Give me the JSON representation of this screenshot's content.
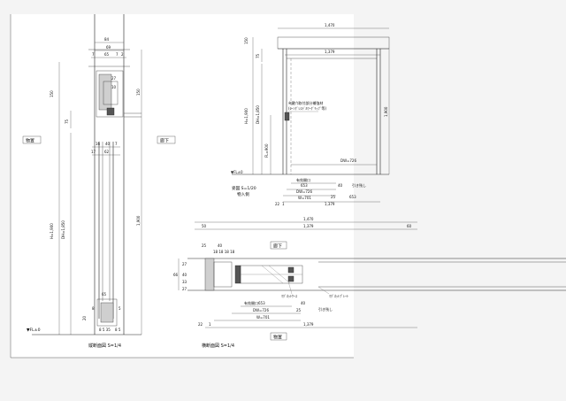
{
  "views": {
    "vertical_section": {
      "title": "縦断面図 S=1/4",
      "side_left": "物置",
      "side_right": "廊下",
      "dims_top": [
        "84",
        "69",
        "7",
        "65",
        "7",
        "2"
      ],
      "dims_left": [
        "150",
        "75",
        "H=1,900",
        "DH=1,850"
      ],
      "dims_mid": [
        "17",
        "16",
        "40",
        "7",
        "62",
        "27",
        "10",
        "65",
        "8",
        "5",
        "20"
      ],
      "dims_right": [
        "150",
        "1,900"
      ],
      "floor": "▼FL±0",
      "bottom_dims": [
        "8",
        "5",
        "35",
        "8",
        "5"
      ]
    },
    "elevation": {
      "title": "姿図 S=1/20",
      "sub": "物入側",
      "width_total": "1,470",
      "width_inner": "1,379",
      "dims_left": [
        "150",
        "75",
        "H=1,900",
        "DH=1,850",
        "FL=900"
      ],
      "dim_right": "1,900",
      "note_line1": "※鍵穴取付部分補強材",
      "note_line2": "(ｼｰﾝｸﾞﾚｽﾄﾞﾙﾜｰｸﾞﾘｯﾌﾟ等)",
      "dw": "DW=726",
      "opening": "有効開口",
      "opening_val": "653",
      "pull": "引き残し",
      "pull_val": "40",
      "dims_bottom": [
        "DW=726",
        "W=701",
        "25",
        "653",
        "22",
        "1",
        "1,379"
      ],
      "floor": "▼FL±0"
    },
    "horizontal_section": {
      "title": "横断面図 S=1/4",
      "side_top": "廊下",
      "side_bottom": "物置",
      "width_total": "1,470",
      "width_inner": "1,379",
      "dims_top": [
        "50",
        "60",
        "25",
        "40",
        "18",
        "18",
        "18",
        "18"
      ],
      "dims_left": [
        "27",
        "40",
        "66",
        "33",
        "27"
      ],
      "opening": "有効開口653",
      "pull": "引き残し",
      "pull_val": "40",
      "label_a": "ﾏｸﾞﾈｯﾄｹｰｽ",
      "label_b": "ﾏｸﾞﾈｯﾄﾌﾟﾚｰﾄ",
      "dims_bottom": [
        "DW=726",
        "25",
        "W=701",
        "22",
        "1",
        "1,379"
      ]
    }
  }
}
